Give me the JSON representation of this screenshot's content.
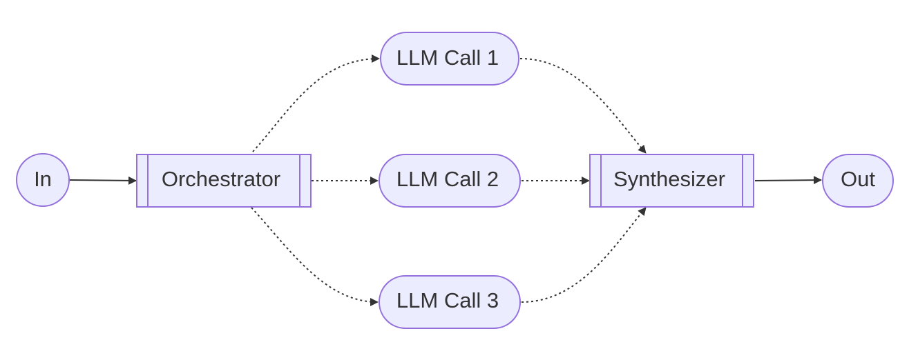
{
  "diagram": {
    "nodes": {
      "in": {
        "label": "In"
      },
      "orchestrator": {
        "label": "Orchestrator"
      },
      "llm1": {
        "label": "LLM Call 1"
      },
      "llm2": {
        "label": "LLM Call 2"
      },
      "llm3": {
        "label": "LLM Call 3"
      },
      "synthesizer": {
        "label": "Synthesizer"
      },
      "out": {
        "label": "Out"
      }
    },
    "edges": [
      {
        "from": "in",
        "to": "orchestrator",
        "style": "solid"
      },
      {
        "from": "orchestrator",
        "to": "llm1",
        "style": "dotted"
      },
      {
        "from": "orchestrator",
        "to": "llm2",
        "style": "dotted"
      },
      {
        "from": "orchestrator",
        "to": "llm3",
        "style": "dotted"
      },
      {
        "from": "llm1",
        "to": "synthesizer",
        "style": "dotted"
      },
      {
        "from": "llm2",
        "to": "synthesizer",
        "style": "dotted"
      },
      {
        "from": "llm3",
        "to": "synthesizer",
        "style": "dotted"
      },
      {
        "from": "synthesizer",
        "to": "out",
        "style": "solid"
      }
    ],
    "colors": {
      "node_fill": "#ECECFF",
      "node_stroke": "#9370DB",
      "edge": "#333333",
      "text": "#333333"
    }
  }
}
